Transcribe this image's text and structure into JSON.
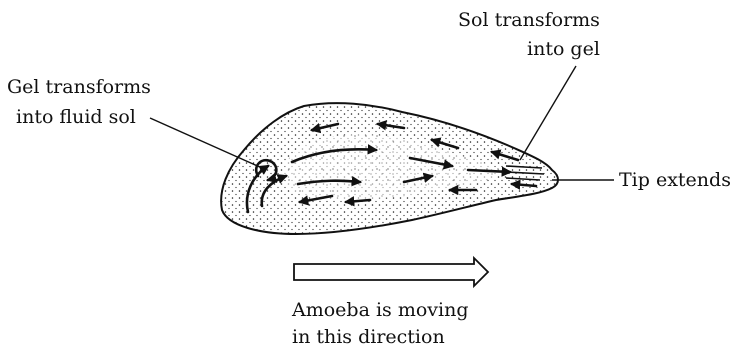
{
  "labels": {
    "sol_to_gel": [
      "Sol transforms",
      "into gel"
    ],
    "gel_to_sol": [
      "Gel transforms",
      "into fluid sol"
    ],
    "tip": "Tip extends",
    "direction": [
      "Amoeba is moving",
      "in this direction"
    ]
  },
  "colors": {
    "ink": "#111111",
    "stipple": "#222222",
    "background": "#ffffff"
  }
}
